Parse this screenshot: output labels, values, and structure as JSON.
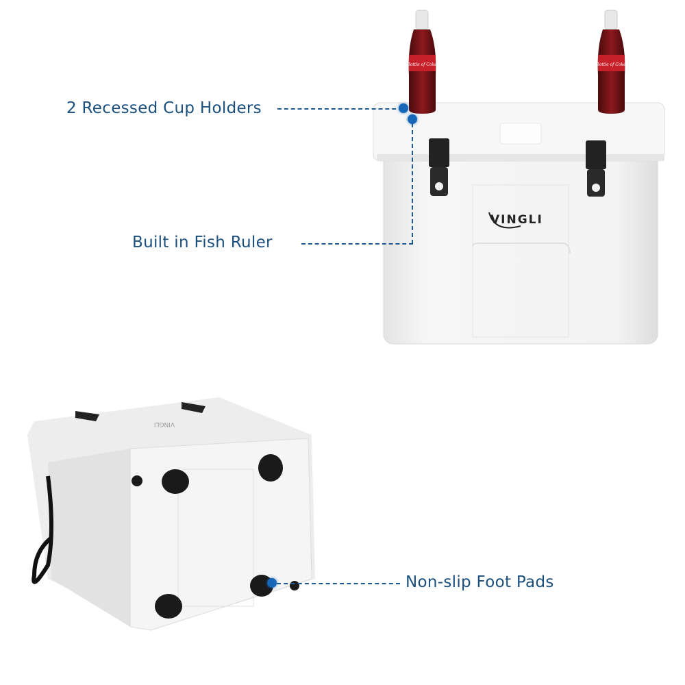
{
  "callouts": {
    "cup_holders": "2 Recessed Cup Holders",
    "fish_ruler": "Built in Fish Ruler",
    "foot_pads": "Non-slip Foot Pads"
  },
  "product": {
    "brand_logo": "VINGLI",
    "bottle_label": "Bottle of Coke"
  },
  "colors": {
    "label_text": "#1b4f7e",
    "callout_line": "#1d5a94",
    "callout_dot": "#1767b8",
    "cooler_body": "#f2f2f2",
    "latch": "#222222",
    "bottle": "#7a1418",
    "bottle_label": "#c8202a"
  }
}
